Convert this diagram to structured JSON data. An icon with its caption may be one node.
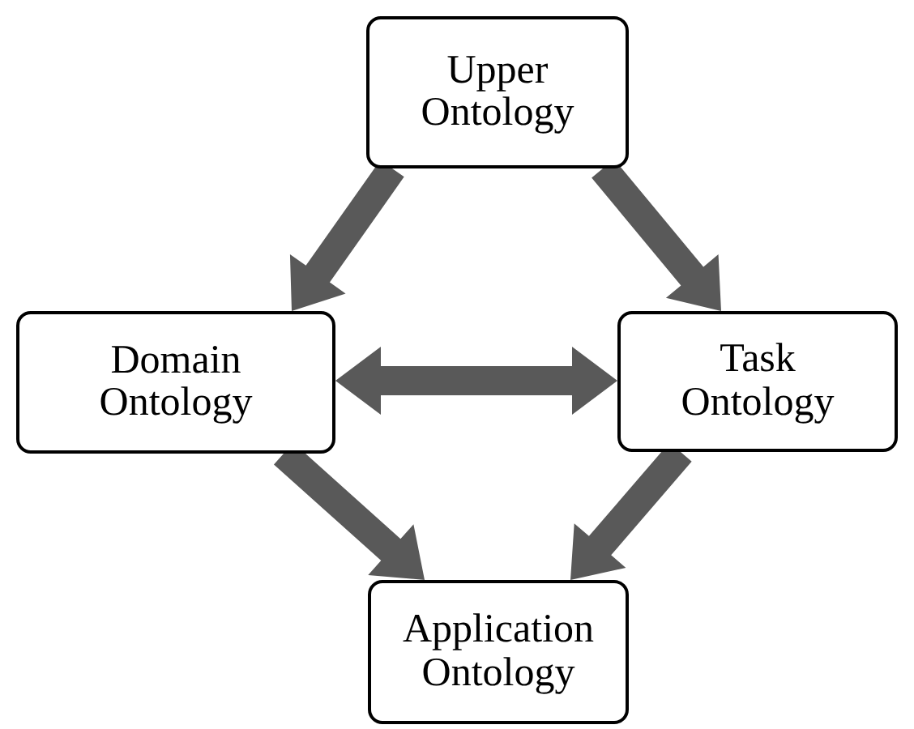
{
  "diagram": {
    "nodes": [
      {
        "text": [
          "Upper Ontology"
        ]
      },
      {
        "text": [
          "Domain Ontology"
        ]
      },
      {
        "text": [
          "Task Ontology"
        ]
      },
      {
        "text": [
          "Application Ontology"
        ]
      }
    ],
    "edges": [
      {
        "from": 0,
        "to": 1,
        "arrow": "to"
      },
      {
        "from": 0,
        "to": 2,
        "arrow": "to"
      },
      {
        "from": 1,
        "to": 2,
        "arrow": "both"
      },
      {
        "from": 1,
        "to": 3,
        "arrow": "to"
      },
      {
        "from": 2,
        "to": 3,
        "arrow": "to"
      }
    ]
  }
}
